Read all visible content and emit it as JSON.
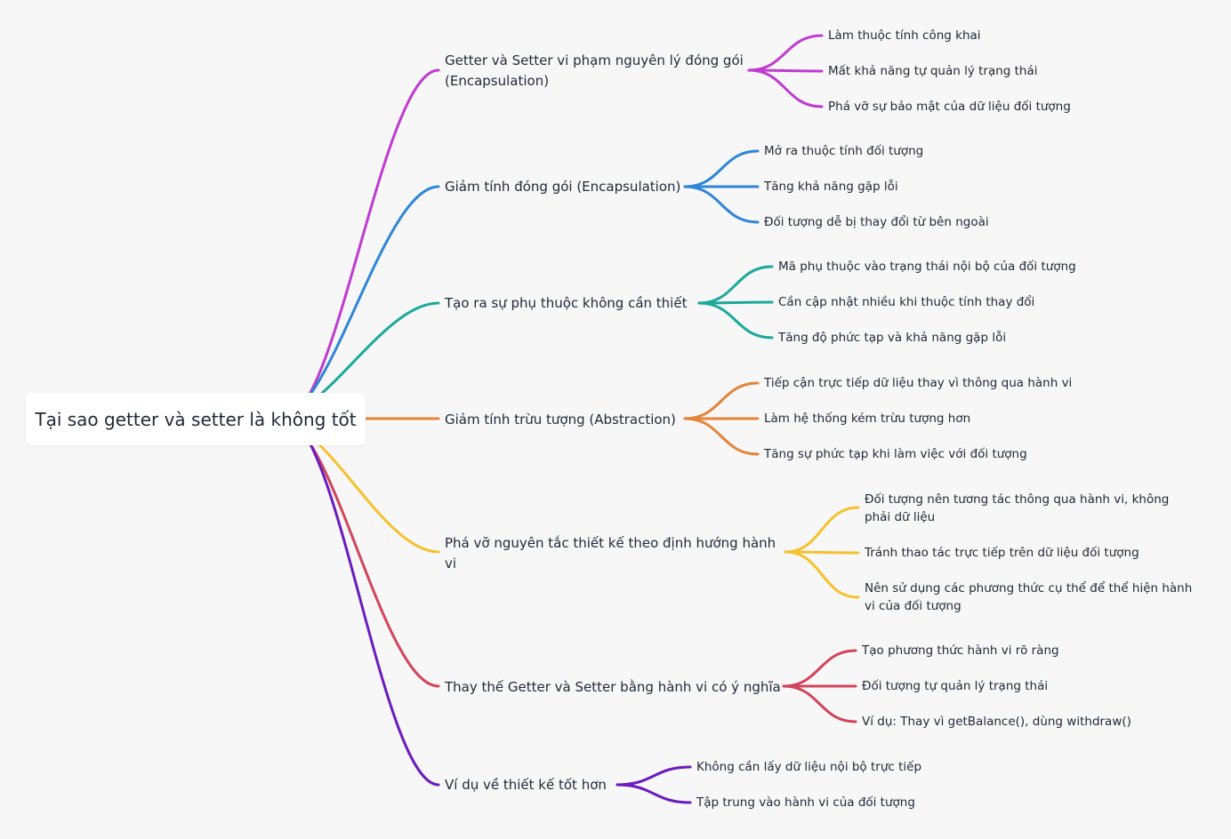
{
  "root": {
    "label": "Tại sao getter và setter là không tốt"
  },
  "branches": [
    {
      "label": "Getter và Setter vi phạm nguyên lý đóng gói (Encapsulation)",
      "color": "#c03bcf",
      "children": [
        "Làm thuộc tính công khai",
        "Mất khả năng tự quản lý trạng thái",
        "Phá vỡ sự bảo mật của dữ liệu đối tượng"
      ]
    },
    {
      "label": "Giảm tính đóng gói (Encapsulation)",
      "color": "#2e86d6",
      "children": [
        "Mở ra thuộc tính đối tượng",
        "Tăng khả năng gặp lỗi",
        "Đối tượng dễ bị thay đổi từ bên ngoài"
      ]
    },
    {
      "label": "Tạo ra sự phụ thuộc không cần thiết",
      "color": "#1aa99a",
      "children": [
        "Mã phụ thuộc vào trạng thái nội bộ của đối tượng",
        "Cần cập nhật nhiều khi thuộc tính thay đổi",
        "Tăng độ phức tạp và khả năng gặp lỗi"
      ]
    },
    {
      "label": "Giảm tính trừu tượng (Abstraction)",
      "color": "#e3843a",
      "children": [
        "Tiếp cận trực tiếp dữ liệu thay vì thông qua hành vi",
        "Làm hệ thống kém trừu tượng hơn",
        "Tăng sự phức tạp khi làm việc với đối tượng"
      ]
    },
    {
      "label": "Phá vỡ nguyên tắc thiết kế theo định hướng hành vi",
      "color": "#f5c12e",
      "children": [
        "Đối tượng nên tương tác thông qua hành vi, không phải dữ liệu",
        "Tránh thao tác trực tiếp trên dữ liệu đối tượng",
        "Nên sử dụng các phương thức cụ thể để thể hiện hành vi của đối tượng"
      ]
    },
    {
      "label": "Thay thế Getter và Setter bằng hành vi có ý nghĩa",
      "color": "#d2445a",
      "children": [
        "Tạo phương thức hành vi rõ ràng",
        "Đối tượng tự quản lý trạng thái",
        "Ví dụ: Thay vì getBalance(), dùng withdraw()"
      ]
    },
    {
      "label": "Ví dụ về thiết kế tốt hơn",
      "color": "#6a1bbf",
      "children": [
        "Không cần lấy dữ liệu nội bộ trực tiếp",
        "Tập trung vào hành vi của đối tượng"
      ]
    }
  ]
}
